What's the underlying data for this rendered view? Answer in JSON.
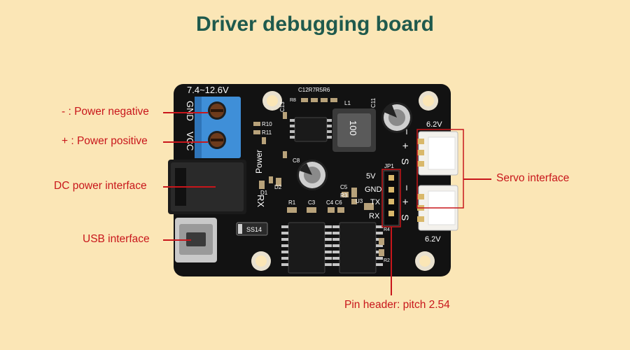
{
  "title": "Driver debugging board",
  "annotations": {
    "power_negative": "- : Power negative",
    "power_positive": "+ : Power positive",
    "dc_power": "DC power interface",
    "usb": "USB interface",
    "servo": "Servo interface",
    "pin_header": "Pin header: pitch 2.54"
  },
  "silkscreen": {
    "voltage": "7.4~12.6V",
    "gnd": "GND",
    "vcc": "VCC",
    "power": "Power",
    "rx_left": "RX",
    "servo_v_top": "6.2V",
    "servo_v_bottom": "6.2V",
    "minus": "−",
    "plus": "+",
    "s": "S",
    "pin_5v": "5V",
    "pin_gnd": "GND",
    "pin_tx": "TX",
    "pin_rx": "RX",
    "jp1": "JP1",
    "inductor": "100",
    "l1": "L1",
    "c11": "C11",
    "c13": "C13",
    "c8": "C8",
    "r10": "R10",
    "r11": "R11",
    "r1": "R1",
    "c3": "C3",
    "c4c6": "C4 C6",
    "c5": "C5",
    "r3": "R3",
    "u3": "U3",
    "r4": "R4",
    "r2": "R2",
    "d2": "D2",
    "d1": "D1",
    "top_refs": "C12R7R5R6",
    "r8": "R8",
    "ss14": "SS14"
  },
  "colors": {
    "background": "#fbe6b6",
    "title": "#1f5a4d",
    "annotation": "#c8161b",
    "pcb": "#121212",
    "terminal": "#3f8fd8"
  }
}
